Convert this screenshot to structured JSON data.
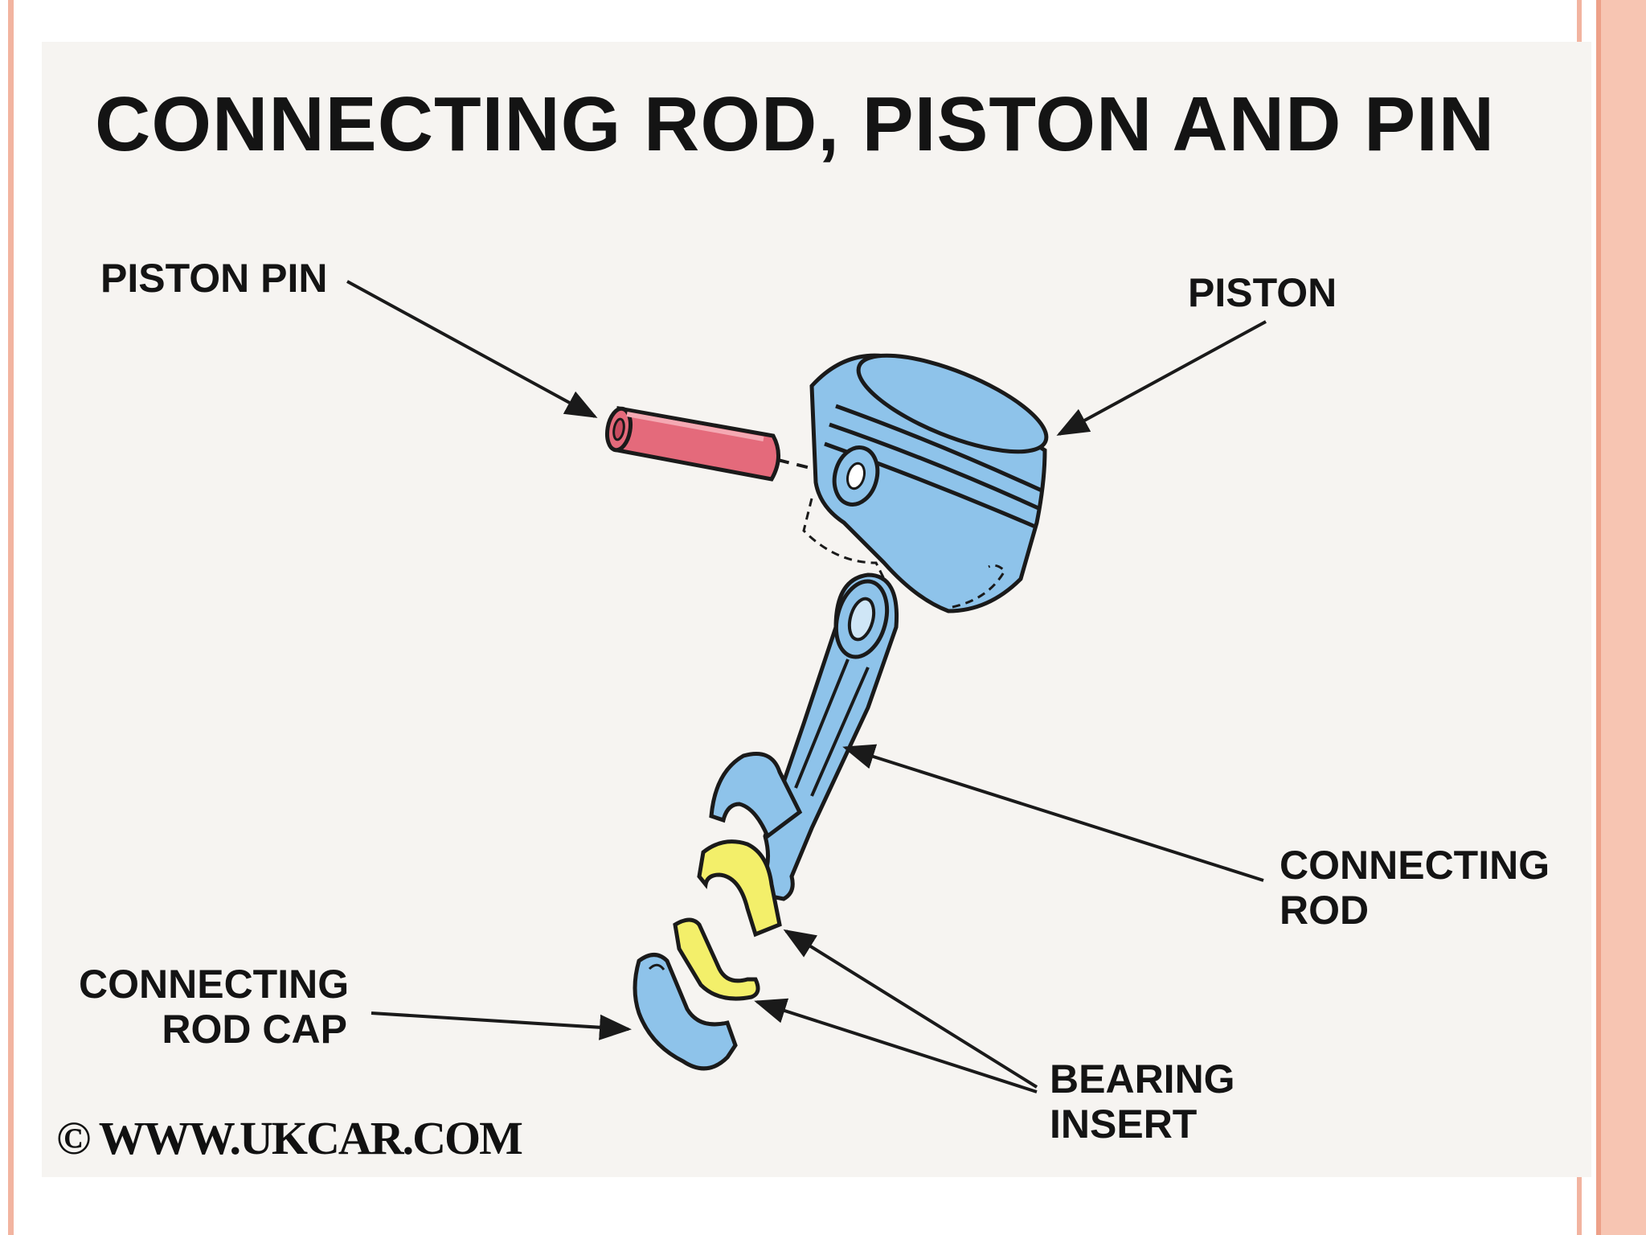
{
  "title": "CONNECTING ROD, PISTON AND PIN",
  "labels": {
    "piston_pin": "PISTON PIN",
    "piston": "PISTON",
    "connecting_rod_1": "CONNECTING",
    "connecting_rod_2": "ROD",
    "connecting_rod_cap_1": "CONNECTING",
    "connecting_rod_cap_2": "ROD CAP",
    "bearing_insert_1": "BEARING",
    "bearing_insert_2": "INSERT"
  },
  "copyright": "© WWW.UKCAR.COM",
  "colors": {
    "frame": "#f2b4a0",
    "panel": "#f6f4f1",
    "part_blue": "#8ec3ea",
    "pin_red": "#e46a7b",
    "bearing_yellow": "#f3ef6a",
    "outline": "#1a1a1a"
  }
}
